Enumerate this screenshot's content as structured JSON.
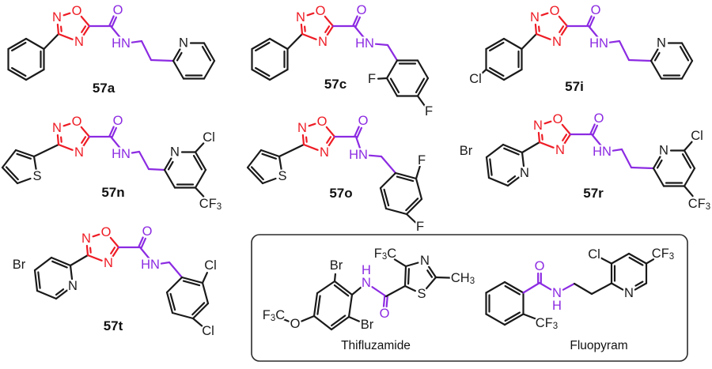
{
  "figure": {
    "description": "Chemical structures figure",
    "compounds": [
      {
        "id": "57a",
        "label": "57a"
      },
      {
        "id": "57c",
        "label": "57c"
      },
      {
        "id": "57i",
        "label": "57i"
      },
      {
        "id": "57n",
        "label": "57n"
      },
      {
        "id": "57o",
        "label": "57o"
      },
      {
        "id": "57r",
        "label": "57r"
      },
      {
        "id": "57t",
        "label": "57t"
      }
    ],
    "reference_box": {
      "compounds": [
        {
          "id": "thifluzamide",
          "name": "Thifluzamide"
        },
        {
          "id": "fluopyram",
          "name": "Fluopyram"
        }
      ]
    },
    "atom_glyphs": {
      "N": "N",
      "O": "O",
      "S": "S",
      "F": "F",
      "H": "H",
      "Cl": "Cl",
      "Br": "Br",
      "HN": "HN",
      "CF3": {
        "base": "CF",
        "sub": "3"
      },
      "F3C": {
        "pre": "F",
        "sub": "3",
        "post": "C"
      },
      "CH3": {
        "base": "CH",
        "sub": "3"
      }
    },
    "colors": {
      "skeleton": "#1a1a1a",
      "oxadiazole_ring": "#ee1c25",
      "amide_linker": "#8c2be2",
      "background": "#ffffff"
    }
  }
}
